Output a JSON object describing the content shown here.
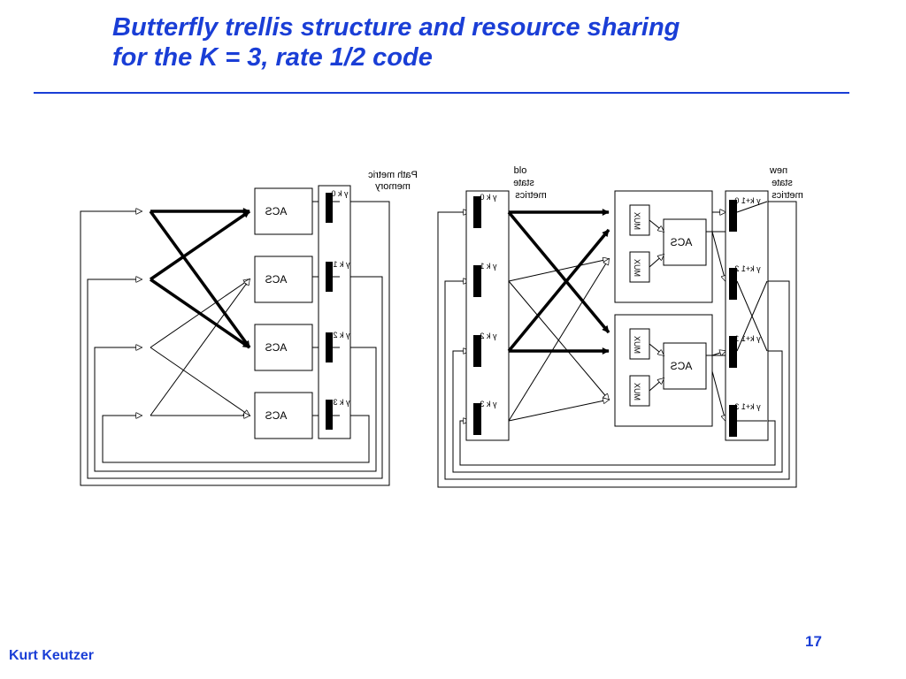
{
  "slide": {
    "title_line1": "Butterfly trellis structure and resource sharing",
    "title_line2": "for the K = 3, rate 1/2 code",
    "author": "Kurt Keutzer",
    "page_number": "17"
  },
  "colors": {
    "accent": "#1a3ed6",
    "line": "#000000"
  },
  "left_diagram": {
    "acs_labels": [
      "ACS",
      "ACS",
      "ACS",
      "ACS"
    ],
    "path_memory_label_line1": "Path metric",
    "path_memory_label_line2": "memory",
    "register_labels": [
      "γ k 0",
      "γ k 1",
      "γ k 2",
      "γ k 3"
    ]
  },
  "right_diagram": {
    "old_state_label_line1": "old",
    "old_state_label_line2": "state",
    "old_state_label_line3": "metrics",
    "new_state_label_line1": "new",
    "new_state_label_line2": "state",
    "new_state_label_line3": "metrics",
    "acs_labels": [
      "ACS",
      "ACS"
    ],
    "mux_label": "MUX",
    "old_register_labels": [
      "γ k 0",
      "γ k 1",
      "γ k 2",
      "γ k 3"
    ],
    "new_register_labels": [
      "γ k+1 0",
      "γ k+1 2",
      "γ k+1 1",
      "γ k+1 3"
    ]
  }
}
